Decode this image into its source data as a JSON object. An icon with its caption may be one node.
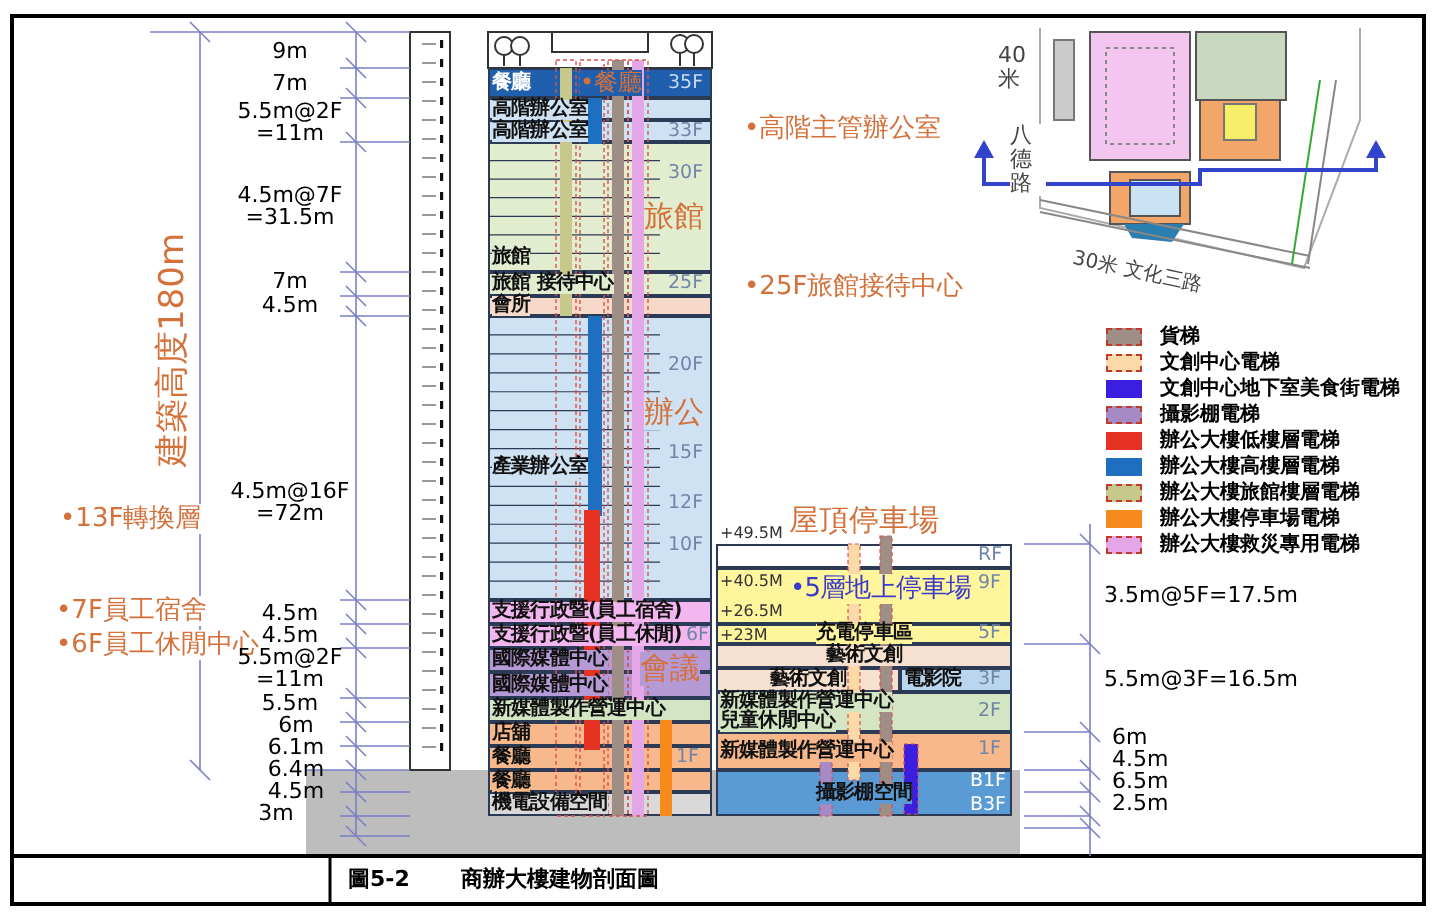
{
  "diagram": {
    "caption": "圖5-2 商辦大樓建物剖面圖",
    "nodes": [
      {
        "text": [
          "餐廳"
        ]
      },
      {
        "text": [
          "高階辦公室"
        ]
      },
      {
        "text": [
          "高階辦公室"
        ]
      },
      {
        "text": [
          "旅館"
        ]
      },
      {
        "text": [
          "旅館 接待中心"
        ]
      },
      {
        "text": [
          "會所"
        ]
      },
      {
        "text": [
          "產業辦公室"
        ]
      },
      {
        "text": [
          "支援行政暨(員工宿舍)"
        ]
      },
      {
        "text": [
          "支援行政暨(員工休閒)"
        ]
      },
      {
        "text": [
          "國際媒體中心"
        ]
      },
      {
        "text": [
          "國際媒體中心"
        ]
      },
      {
        "text": [
          "新媒體製作營運中心"
        ]
      },
      {
        "text": [
          "店舖"
        ]
      },
      {
        "text": [
          "餐廳"
        ]
      },
      {
        "text": [
          "餐廳"
        ]
      },
      {
        "text": [
          "機電設備空間"
        ]
      },
      {
        "text": [
          "屋頂停車場"
        ]
      },
      {
        "text": [
          "•5層地上停車場"
        ]
      },
      {
        "text": [
          "充電停車區"
        ]
      },
      {
        "text": [
          "藝術文創"
        ]
      },
      {
        "text": [
          "藝術文創"
        ]
      },
      {
        "text": [
          "電影院"
        ]
      },
      {
        "text": [
          "新媒體製作營運中心",
          "兒童休閒中心"
        ]
      },
      {
        "text": [
          "新媒體製作營運中心"
        ]
      },
      {
        "text": [
          "攝影棚空間"
        ]
      }
    ],
    "labels": [
      "建築高度180m",
      "9m",
      "7m",
      "5.5m@2F =11m",
      "4.5m@7F =31.5m",
      "7m",
      "4.5m",
      "•13F轉換層",
      "4.5m@16F =72m",
      "•7F員工宿舍",
      "•6F員工休閒中心",
      "4.5m",
      "4.5m",
      "5.5m@2F =11m",
      "5.5m",
      "6m",
      "6.1m",
      "6.4m",
      "4.5m",
      "3m",
      "•餐廳",
      "35F",
      "33F",
      "•高階主管辦公室",
      "30F",
      "旅館",
      "25F",
      "•25F旅館接待中心",
      "20F",
      "辦公",
      "15F",
      "12F",
      "10F",
      "6F",
      "會議",
      "1F",
      "+49.5M",
      "+40.5M",
      "RF",
      "9F",
      "+26.5M",
      "+23M",
      "5F",
      "3F",
      "2F",
      "1F",
      "B1F",
      "B3F",
      "3.5m@5F=17.5m",
      "5.5m@3F=16.5m",
      "6m",
      "4.5m",
      "6.5m",
      "2.5m",
      "40米",
      "八德路",
      "30米 文化三路"
    ],
    "legend": [
      {
        "text": "貨梯",
        "color": "#9e8e86"
      },
      {
        "text": "文創中心電梯",
        "color": "#fbd9a9"
      },
      {
        "text": "文創中心地下室美食街電梯",
        "color": "#3b1fe0"
      },
      {
        "text": "攝影棚電梯",
        "color": "#a58ac6"
      },
      {
        "text": "辦公大樓低樓層電梯",
        "color": "#e53222"
      },
      {
        "text": "辦公大樓高樓層電梯",
        "color": "#1f6fc0"
      },
      {
        "text": "辦公大樓旅館樓層電梯",
        "color": "#c6c98b"
      },
      {
        "text": "辦公大樓停車場電梯",
        "color": "#f78a1c"
      },
      {
        "text": "辦公大樓救災專用電梯",
        "color": "#e5a6e8"
      }
    ]
  }
}
